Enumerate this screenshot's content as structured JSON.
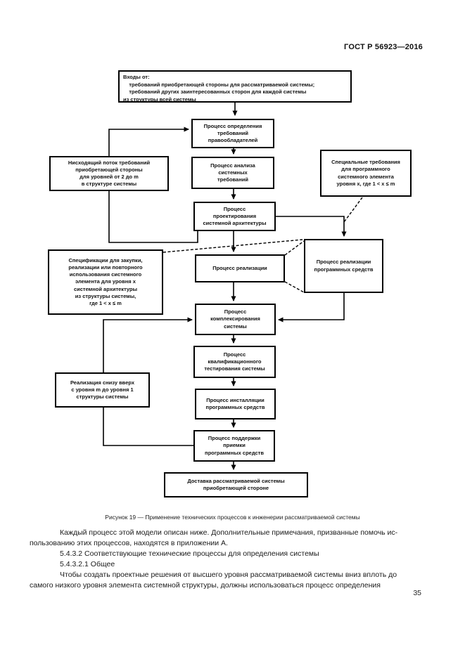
{
  "header": {
    "standard_number": "ГОСТ Р 56923—2016"
  },
  "diagram": {
    "boxes": {
      "inputs": "Входы от:\n    требований приобретающей стороны для рассматриваемой системы;\n    требований других заинтересованных сторон для каждой системы\nиз структуры всей системы",
      "stakeholder_requirements": "Процесс определения\nтребований\nправообладателей",
      "system_requirements_analysis": "Процесс анализа\nсистемных\nтребований",
      "architecture_design": "Процесс\nпроектирования\nсистемной архитектуры",
      "downward_flow": "Нисходящий поток требований\nприобретающей стороны\nдля уровней от 2 до m\nв структуре системы",
      "special_requirements": "Специальные требования\nдля программного\nсистемного элемента\nуровня x, где 1 < x ≤ m",
      "specification_purchase": "Спецификации для закупки,\nреализации или повторного\nиспользования системного\nэлемента для уровня x\nсистемной архитектуры\nиз структуры системы,\nгде 1 < x ≤ m",
      "implementation": "Процесс реализации",
      "software_implementation": "Процесс реализации\nпрограммных средств",
      "system_integration": "Процесс\nкомплексирования\nсистемы",
      "qualification_testing": "Процесс\nквалификационного\nтестирования системы",
      "software_installation": "Процесс инсталляции\nпрограммных средств",
      "acceptance_support": "Процесс поддержки\nприемки\nпрограммных средств",
      "bottom_up_realization": "Реализация снизу вверх\nс уровня m до уровня 1\nструктуры системы",
      "delivery": "Доставка рассматриваемой системы\nприобретающей стороне"
    }
  },
  "caption": "Рисунок 19 — Применение технических процессов к инженерии рассматриваемой системы",
  "body": {
    "para1": "Каждый процесс этой модели описан ниже. Дополнительные примечания, призванные помочь ис-\nпользованию этих процессов, находятся в приложении А.",
    "heading1": "5.4.3.2 Соответствующие технические процессы для определения системы",
    "heading2": "5.4.3.2.1 Общее",
    "para2": "Чтобы создать проектные решения от высшего уровня рассматриваемой системы вниз вплоть до\nсамого низкого уровня элемента системной структуры, должны использоваться процесс определения"
  },
  "page_number": "35",
  "colors": {
    "ink": "#000000",
    "paper": "#ffffff"
  }
}
